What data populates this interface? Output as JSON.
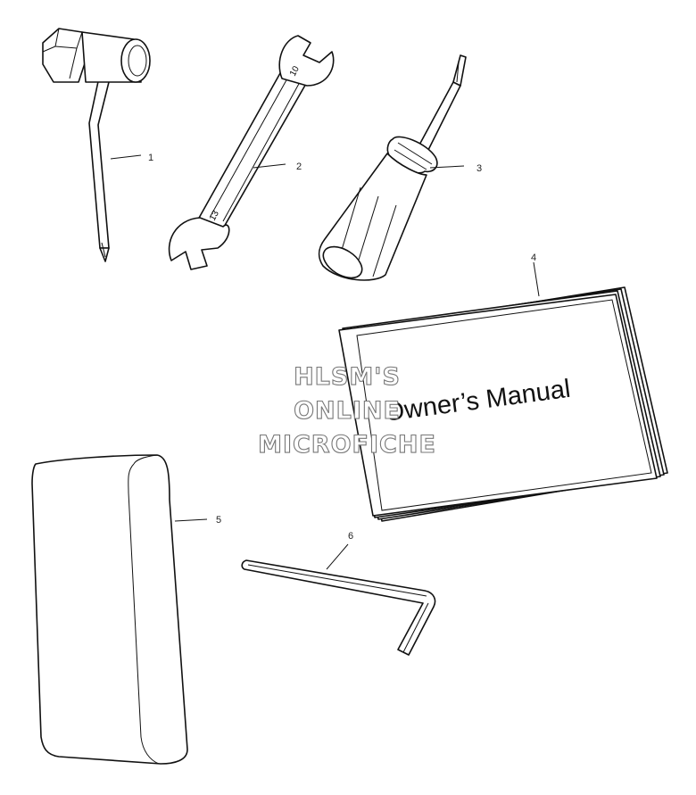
{
  "callouts": [
    "1",
    "2",
    "3",
    "4",
    "5",
    "6"
  ],
  "wrench": {
    "size_top": "10",
    "size_bottom": "13"
  },
  "manual": {
    "cover_title": "Owner’s Manual"
  },
  "watermark": {
    "line1": "HLSM'S",
    "line2": "ONLINE",
    "line3": "MICROFICHE"
  },
  "colors": {
    "ink": "#111111",
    "watermark_outline": "#777777",
    "background": "#ffffff"
  }
}
